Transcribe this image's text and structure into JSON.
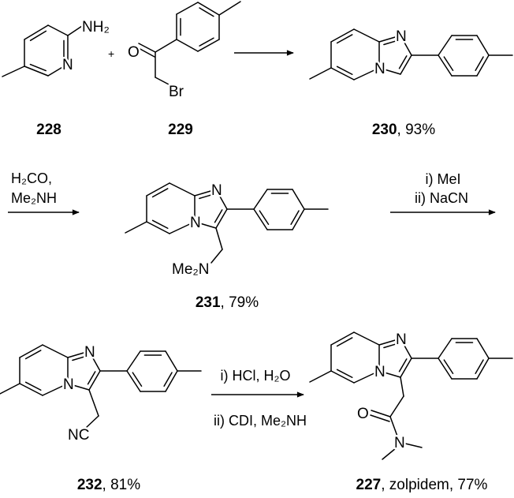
{
  "scheme": {
    "plus_sign": "+",
    "atom_labels": {
      "N": "N",
      "NH2": "NH₂",
      "O": "O",
      "Br": "Br",
      "Me2N": "Me₂N",
      "NC": "NC"
    },
    "compounds": {
      "c228": {
        "id": "228",
        "suffix": ""
      },
      "c229": {
        "id": "229",
        "suffix": ""
      },
      "c230": {
        "id": "230",
        "suffix": ", 93%"
      },
      "c231": {
        "id": "231",
        "suffix": ", 79%"
      },
      "c232": {
        "id": "232",
        "suffix": ", 81%"
      },
      "c227": {
        "id": "227",
        "suffix": ", zolpidem, 77%"
      }
    },
    "reagents": {
      "step2": [
        "H₂CO,",
        "Me₂NH"
      ],
      "step3": [
        "i) MeI",
        "ii) NaCN"
      ],
      "step4": [
        "i) HCl, H₂O",
        "ii) CDI, Me₂NH"
      ]
    }
  }
}
